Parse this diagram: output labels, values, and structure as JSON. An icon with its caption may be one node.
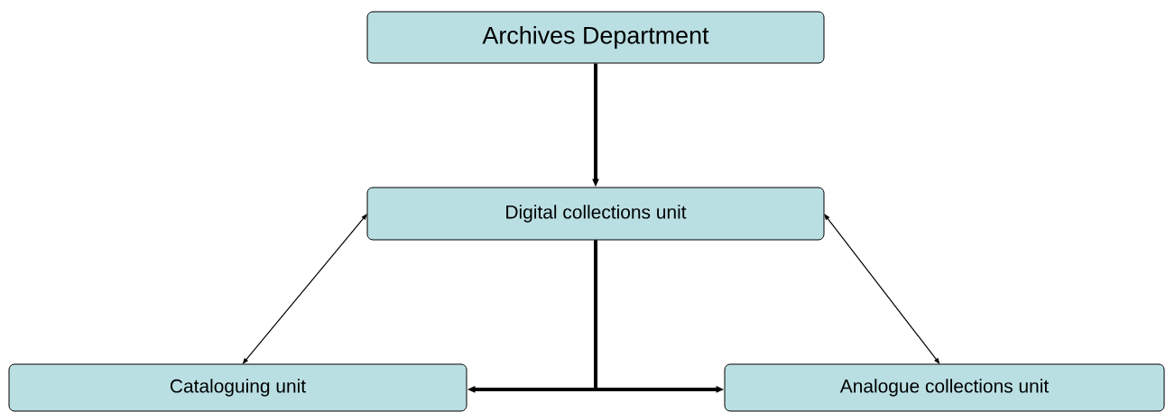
{
  "diagram": {
    "nodes": [
      {
        "text": [
          "Archives Department"
        ]
      },
      {
        "text": [
          "Digital collections unit"
        ]
      },
      {
        "text": [
          "Cataloguing unit"
        ]
      },
      {
        "text": [
          "Analogue collections unit"
        ]
      }
    ],
    "edges": [
      {
        "from": 0,
        "to": 1,
        "arrow": "to"
      },
      {
        "from": 1,
        "to": 2,
        "arrow": "to"
      },
      {
        "from": 1,
        "to": 3,
        "arrow": "to"
      },
      {
        "from": 2,
        "to": 1,
        "arrow": "both"
      },
      {
        "from": 3,
        "to": 1,
        "arrow": "both"
      }
    ]
  }
}
